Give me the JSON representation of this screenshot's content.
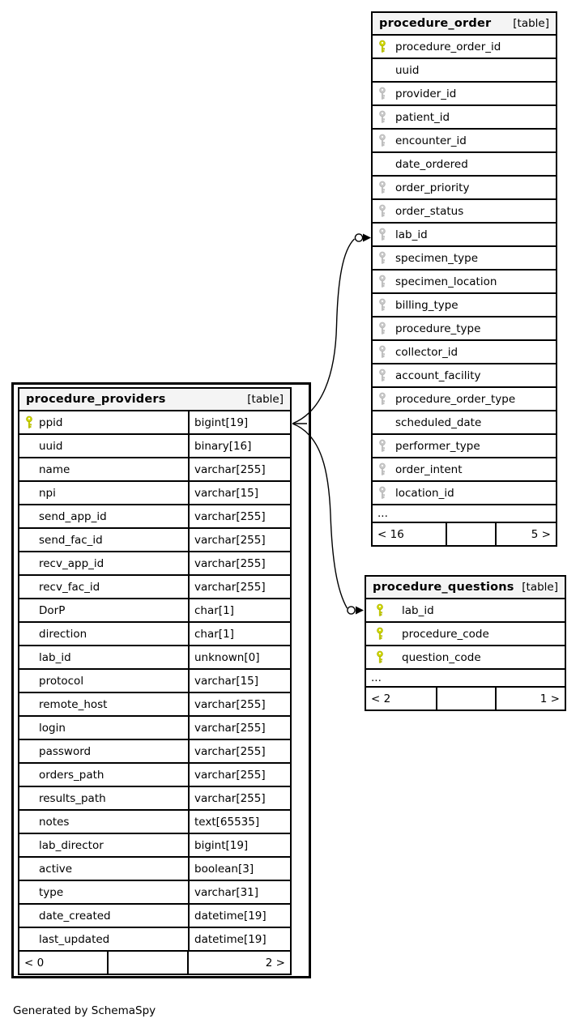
{
  "diagram": {
    "generated_by": "Generated by SchemaSpy"
  },
  "colors": {
    "primary_key": "#d3da00",
    "primary_key_outline": "#a8ae00",
    "foreign_key": "#c9c9c9",
    "foreign_key_outline": "#b5b5b5",
    "header_bg": "#f4f4f4",
    "border": "#000000"
  },
  "tables": [
    {
      "name": "procedure_order",
      "tag": "[table]",
      "fields": [
        {
          "name": "procedure_order_id",
          "key": "primary"
        },
        {
          "name": "uuid",
          "key": "none"
        },
        {
          "name": "provider_id",
          "key": "foreign"
        },
        {
          "name": "patient_id",
          "key": "foreign"
        },
        {
          "name": "encounter_id",
          "key": "foreign"
        },
        {
          "name": "date_ordered",
          "key": "none"
        },
        {
          "name": "order_priority",
          "key": "foreign"
        },
        {
          "name": "order_status",
          "key": "foreign"
        },
        {
          "name": "lab_id",
          "key": "foreign"
        },
        {
          "name": "specimen_type",
          "key": "foreign"
        },
        {
          "name": "specimen_location",
          "key": "foreign"
        },
        {
          "name": "billing_type",
          "key": "foreign"
        },
        {
          "name": "procedure_type",
          "key": "foreign"
        },
        {
          "name": "collector_id",
          "key": "foreign"
        },
        {
          "name": "account_facility",
          "key": "foreign"
        },
        {
          "name": "procedure_order_type",
          "key": "foreign"
        },
        {
          "name": "scheduled_date",
          "key": "none"
        },
        {
          "name": "performer_type",
          "key": "foreign"
        },
        {
          "name": "order_intent",
          "key": "foreign"
        },
        {
          "name": "location_id",
          "key": "foreign"
        }
      ],
      "ellipsis": "...",
      "footer": {
        "left": "< 16",
        "center": "",
        "right": "5 >"
      }
    },
    {
      "name": "procedure_providers",
      "tag": "[table]",
      "fields": [
        {
          "name": "ppid",
          "type": "bigint[19]",
          "key": "primary"
        },
        {
          "name": "uuid",
          "type": "binary[16]",
          "key": "none"
        },
        {
          "name": "name",
          "type": "varchar[255]",
          "key": "none"
        },
        {
          "name": "npi",
          "type": "varchar[15]",
          "key": "none"
        },
        {
          "name": "send_app_id",
          "type": "varchar[255]",
          "key": "none"
        },
        {
          "name": "send_fac_id",
          "type": "varchar[255]",
          "key": "none"
        },
        {
          "name": "recv_app_id",
          "type": "varchar[255]",
          "key": "none"
        },
        {
          "name": "recv_fac_id",
          "type": "varchar[255]",
          "key": "none"
        },
        {
          "name": "DorP",
          "type": "char[1]",
          "key": "none"
        },
        {
          "name": "direction",
          "type": "char[1]",
          "key": "none"
        },
        {
          "name": "lab_id",
          "type": "unknown[0]",
          "key": "none"
        },
        {
          "name": "protocol",
          "type": "varchar[15]",
          "key": "none"
        },
        {
          "name": "remote_host",
          "type": "varchar[255]",
          "key": "none"
        },
        {
          "name": "login",
          "type": "varchar[255]",
          "key": "none"
        },
        {
          "name": "password",
          "type": "varchar[255]",
          "key": "none"
        },
        {
          "name": "orders_path",
          "type": "varchar[255]",
          "key": "none"
        },
        {
          "name": "results_path",
          "type": "varchar[255]",
          "key": "none"
        },
        {
          "name": "notes",
          "type": "text[65535]",
          "key": "none"
        },
        {
          "name": "lab_director",
          "type": "bigint[19]",
          "key": "none"
        },
        {
          "name": "active",
          "type": "boolean[3]",
          "key": "none"
        },
        {
          "name": "type",
          "type": "varchar[31]",
          "key": "none"
        },
        {
          "name": "date_created",
          "type": "datetime[19]",
          "key": "none"
        },
        {
          "name": "last_updated",
          "type": "datetime[19]",
          "key": "none"
        }
      ],
      "footer": {
        "left": "< 0",
        "center": "",
        "right": "2 >"
      }
    },
    {
      "name": "procedure_questions",
      "tag": "[table]",
      "fields": [
        {
          "name": "lab_id",
          "key": "primary"
        },
        {
          "name": "procedure_code",
          "key": "primary"
        },
        {
          "name": "question_code",
          "key": "primary"
        }
      ],
      "ellipsis": "...",
      "footer": {
        "left": "< 2",
        "center": "",
        "right": "1 >"
      }
    }
  ],
  "relationships": [
    {
      "from": "procedure_providers.ppid",
      "to": "procedure_order.lab_id"
    },
    {
      "from": "procedure_providers.ppid",
      "to": "procedure_questions.lab_id"
    }
  ]
}
